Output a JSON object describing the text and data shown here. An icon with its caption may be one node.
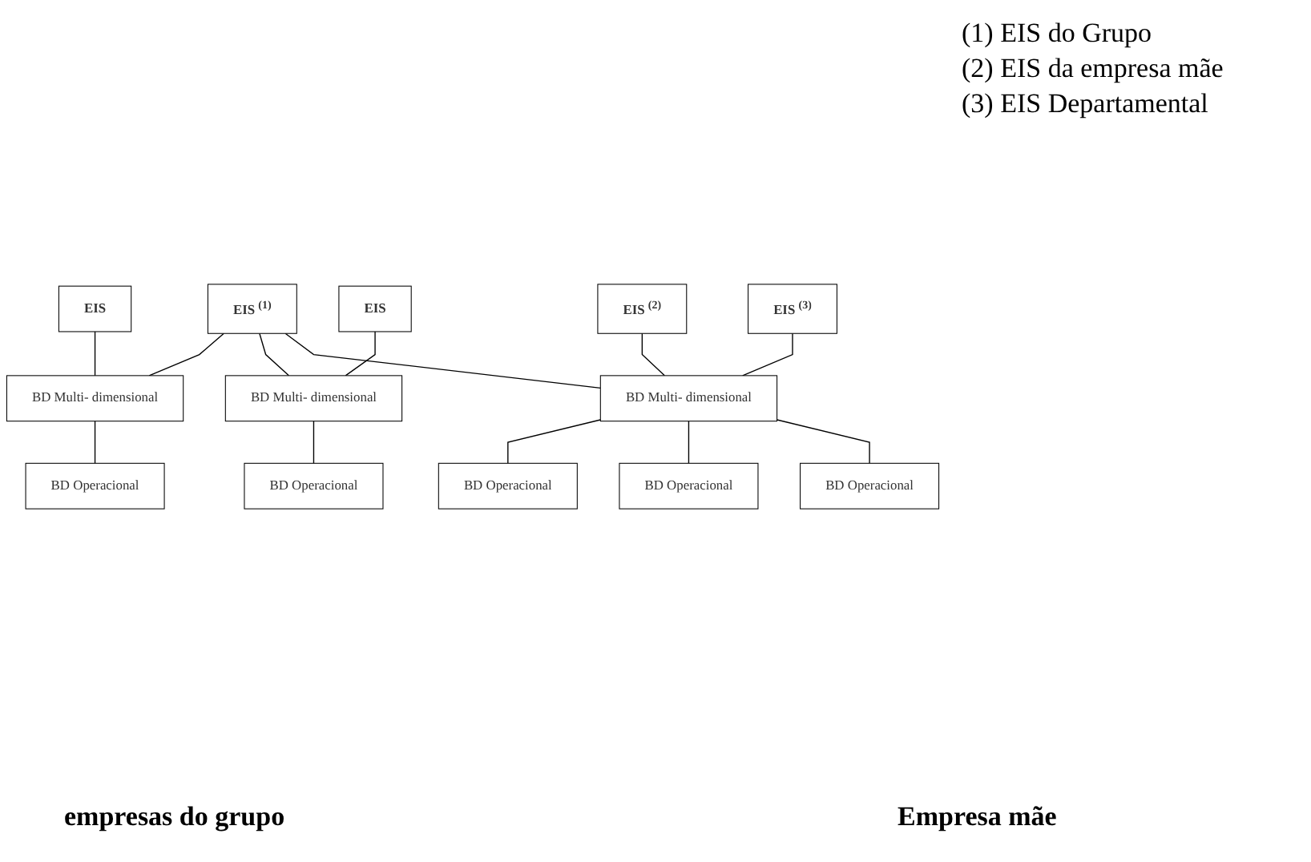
{
  "diagram": {
    "nodes": [
      {
        "text": [
          "EIS $^{(1)}$"
        ]
      },
      {
        "text": [
          "EIS"
        ]
      },
      {
        "text": [
          "EIS"
        ]
      },
      {
        "text": [
          "EIS $^{(2)}$"
        ]
      },
      {
        "text": [
          "EIS $^{(3)}$"
        ]
      },
      {
        "text": [
          "BD Multi- dimensional"
        ]
      },
      {
        "text": [
          "BD Multi- dimensional"
        ]
      },
      {
        "text": [
          "BD Multi- dimensional"
        ]
      },
      {
        "text": [
          "BD Operacional"
        ]
      },
      {
        "text": [
          "BD Operacional"
        ]
      },
      {
        "text": [
          "BD Operacional"
        ]
      },
      {
        "text": [
          "BD Operacional"
        ]
      },
      {
        "text": [
          "BD Operacional"
        ]
      }
    ],
    "edges": [
      {
        "from": 0,
        "to": 5,
        "arrow": "none"
      },
      {
        "from": 0,
        "to": 6,
        "arrow": "none"
      },
      {
        "from": 0,
        "to": 7,
        "arrow": "none"
      },
      {
        "from": 1,
        "to": 5,
        "arrow": "none"
      },
      {
        "from": 2,
        "to": 6,
        "arrow": "none"
      },
      {
        "from": 3,
        "to": 7,
        "arrow": "none"
      },
      {
        "from": 4,
        "to": 7,
        "arrow": "none"
      },
      {
        "from": 5,
        "to": 8,
        "arrow": "none"
      },
      {
        "from": 6,
        "to": 9,
        "arrow": "none"
      },
      {
        "from": 7,
        "to": 10,
        "arrow": "none"
      },
      {
        "from": 7,
        "to": 11,
        "arrow": "none"
      },
      {
        "from": 7,
        "to": 12,
        "arrow": "none"
      }
    ],
    "labels": [
      "(1) EIS do Grupo",
      "(2) EIS da empresa mãe",
      "(3) EIS Departamental",
      "empresas do grupo",
      "Empresa mãe"
    ]
  }
}
